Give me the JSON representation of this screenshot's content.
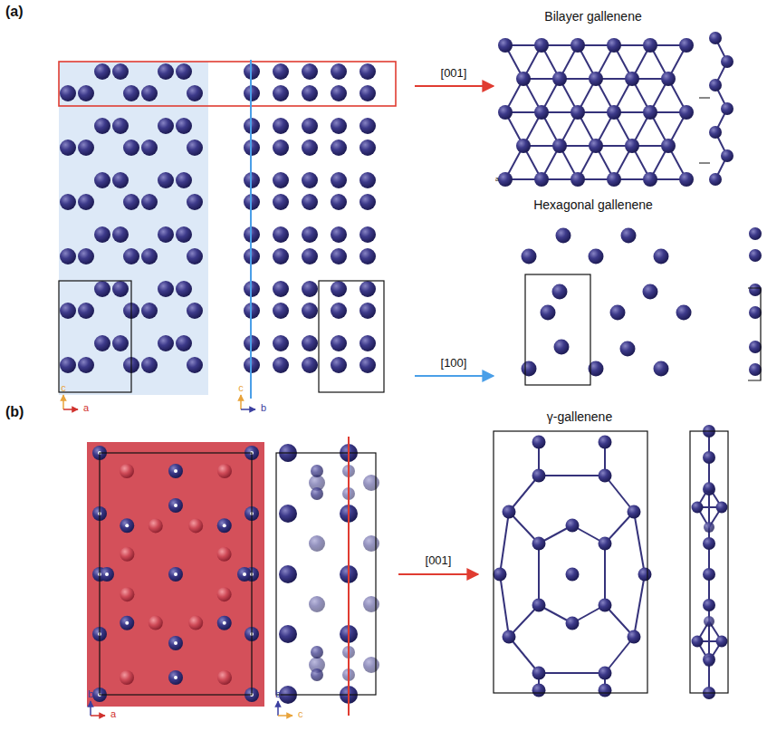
{
  "diagram": {
    "labels": [
      "(a)",
      "Bilayer gallenene",
      "a",
      "Hexagonal gallenene",
      "[001]",
      "[100]",
      "c",
      "a",
      "c",
      "b",
      "(b)",
      "γ-gallenene",
      "[001]",
      "b",
      "a",
      "b",
      "c"
    ]
  }
}
